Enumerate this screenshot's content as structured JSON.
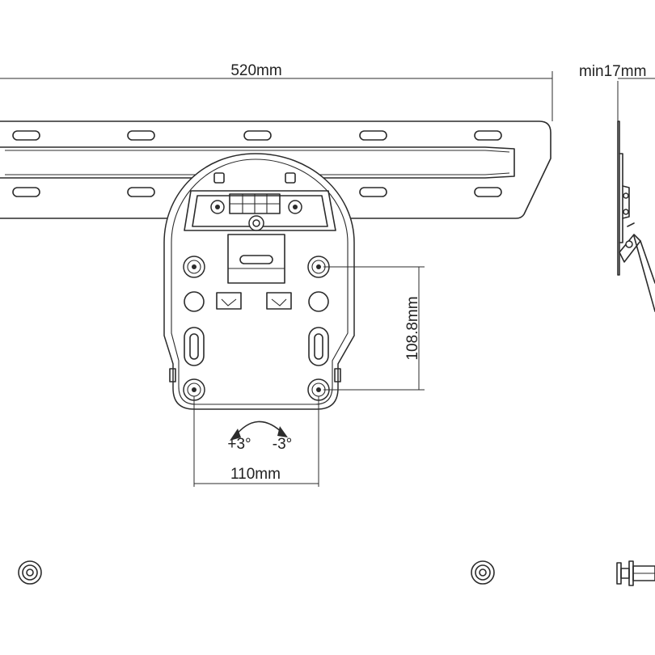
{
  "dimensions": {
    "width_label": "520mm",
    "depth_label": "min17mm",
    "vertical_hole_spacing": "108.8mm",
    "horizontal_hole_spacing": "110mm"
  },
  "tilt": {
    "positive": "+3°",
    "negative": "-3°"
  },
  "colors": {
    "line": "#2b2b2b",
    "background": "#ffffff"
  }
}
